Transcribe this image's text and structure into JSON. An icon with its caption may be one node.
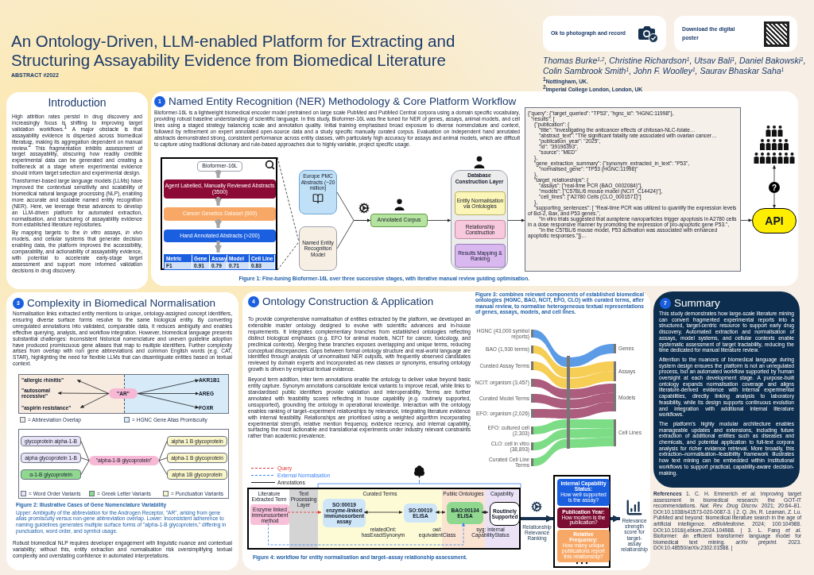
{
  "diagram": {
    "title": "An Ontology-Driven, LLM-enabled Platform for Extracting and Structuring Assayability Evidence from Biomedical Literature",
    "nodes": [
      {
        "text": [],
        "shape": "box"
      },
      {
        "text": [
          "Bioformer-16L"
        ],
        "in": 0
      },
      {
        "text": [
          "Agent Labelled, Manually Reviewed Abstracts (3500)"
        ],
        "in": 0
      },
      {
        "text": [
          "Cancer Genetics Dataset (600)"
        ],
        "in": 0
      },
      {
        "text": [
          "Hand Annotated Abstracts (>200)"
        ],
        "in": 0
      },
      {
        "text": [
          "Europe PMC Abstracts (~20 million)"
        ]
      },
      {
        "text": [
          "Named Entity Recognition Model"
        ]
      },
      {
        "text": [
          "Annotated Corpus"
        ]
      },
      {
        "text": [
          "Database Construction Layer"
        ]
      },
      {
        "text": [
          "Entity Normalisation via Ontologies"
        ],
        "in": 8
      },
      {
        "text": [
          "Relationship Construction"
        ],
        "in": 8
      },
      {
        "text": [
          "Results Mapping & Ranking"
        ],
        "in": 8
      },
      {
        "text": [
          "{\"query\": {\"target_queried\": \"TP53\", \"hgnc_id\": \"HGNC:11998\"},",
          "\"results\": [",
          "{\"publication\": {",
          "\"title\": \"Investigating the anticancer effects of chitosan-NLC-folate…",
          "\"abstract_text\": \"The significant fatality rate associated with ovarian cancer…",
          "\"publication_year\": \"2025\",",
          "\"id\": \"39196393\",",
          "\"source\": \"MED\"",
          "},",
          "\"gene_extraction_summary\": {\"synonym_extracted_in_text\": \"P53\",",
          "\"normalised_gene\": \"TP53 (HGNC:11998)\"",
          "},",
          "\"target_relationships\": {",
          "\"assays\": [\"real-time PCR (BAO_0002084)\"],",
          "\"models\": [\"C57BL/6 mouse model (NCIT_C14424)\"],",
          "\"cell_lines\": [\"A2780 Cells (CLO_0001571)\"]",
          "},",
          "\"supporting_sentences\": [ \"Real-time PCR was utilized to quantify the expression levels of Bcl-2, Bax, and P53 genes.\",",
          "\"In vitro trials suggested that auraptene nanoparticles trigger apoptosis in A2780 cells in a dose responsive manner by promoting the expression of pro-apoptotic gene P53.\",",
          "\"In the C57BL/6 mouse model, P53 activation was associated with enhanced apoptotic responses.\"]}…"
        ]
      },
      {
        "text": [
          "API"
        ]
      },
      {
        "text": [],
        "shape": "person"
      },
      {
        "text": [
          "\"AR\""
        ]
      },
      {
        "text": [
          "\"allergic rhinitis\""
        ]
      },
      {
        "text": [
          "\"autosomal recessive\""
        ]
      },
      {
        "text": [
          "\"aspirin resistance\""
        ]
      },
      {
        "text": [
          "AKR1B1"
        ]
      },
      {
        "text": [
          "AREG"
        ]
      },
      {
        "text": [
          "FOXR"
        ]
      },
      {
        "text": [
          "\"alpha-1-B glycoprotein\""
        ]
      },
      {
        "text": [
          "glycoprotein alpha-1-B"
        ]
      },
      {
        "text": [
          "alpha glycoprotein 1-B"
        ]
      },
      {
        "text": [
          "α-1-B glycoprotein"
        ]
      },
      {
        "text": [
          "alpha 1 B glycoprotein"
        ]
      },
      {
        "text": [
          "alpha-1 B glycoprotein"
        ]
      },
      {
        "text": [
          "alpha 1B glycoprotein"
        ]
      },
      {
        "text": [],
        "shape": "box"
      },
      {
        "text": [
          "Enzyme linked immunosorbent method"
        ],
        "in": 29
      },
      {
        "text": [
          "SO:00019 enzyme-linked immunosorbent assay"
        ],
        "in": 29
      },
      {
        "text": [
          "SO:00019 ELISA"
        ],
        "in": 29
      },
      {
        "text": [
          "BAO:00134 ELISA"
        ],
        "in": 29
      },
      {
        "text": [
          "Routinely Supported"
        ],
        "in": 29
      },
      {
        "text": [],
        "shape": "box"
      },
      {
        "text": [
          "Internal Capability Status:",
          "How well supported is the assay?"
        ],
        "in": 35
      },
      {
        "text": [
          "Publication Year:",
          "How modern is the publication?"
        ],
        "in": 35
      },
      {
        "text": [
          "Relative Frequency:",
          "How many unique publications report this relationship?"
        ],
        "in": 35
      },
      {
        "text": [
          "Relevance strength score for target-assay relationship"
        ]
      },
      {
        "text": [],
        "shape": "box",
        "in": 0
      }
    ],
    "edges": [
      {
        "from": 1,
        "to": 2,
        "arrow": "to",
        "style": "thick",
        "color": "#a3a3a3"
      },
      {
        "from": 2,
        "to": 3,
        "arrow": "to",
        "style": "thick",
        "color": "#a3a3a3"
      },
      {
        "from": 3,
        "to": 4,
        "arrow": "to",
        "style": "thick",
        "color": "#a3a3a3"
      },
      {
        "from": 4,
        "to": 40,
        "arrow": "to",
        "style": "thick",
        "color": "#a3a3a3"
      },
      {
        "from": 0,
        "to": 6,
        "arrow": "none",
        "style": "dashed"
      },
      {
        "from": 0,
        "to": 6,
        "arrow": "none",
        "style": "dashed"
      },
      {
        "from": 5,
        "to": 7,
        "arrow": "to"
      },
      {
        "from": 6,
        "to": 7,
        "arrow": "to"
      },
      {
        "from": 7,
        "to": 8,
        "arrow": "to"
      },
      {
        "from": 8,
        "to": 12,
        "arrow": "to"
      },
      {
        "from": 12,
        "to": 13,
        "arrow": "to"
      },
      {
        "from": 14,
        "to": 13,
        "arrow": "both",
        "label": "?"
      },
      {
        "from": 15,
        "to": 16,
        "arrow": "to"
      },
      {
        "from": 15,
        "to": 17,
        "arrow": "to"
      },
      {
        "from": 15,
        "to": 18,
        "arrow": "to"
      },
      {
        "from": 15,
        "to": 19,
        "arrow": "to"
      },
      {
        "from": 15,
        "to": 20,
        "arrow": "to"
      },
      {
        "from": 15,
        "to": 21,
        "arrow": "to"
      },
      {
        "from": 22,
        "to": 23,
        "arrow": "none"
      },
      {
        "from": 22,
        "to": 24,
        "arrow": "none"
      },
      {
        "from": 22,
        "to": 25,
        "arrow": "none"
      },
      {
        "from": 22,
        "to": 26,
        "arrow": "none"
      },
      {
        "from": 22,
        "to": 27,
        "arrow": "none"
      },
      {
        "from": 22,
        "to": 28,
        "arrow": "none"
      },
      {
        "from": 30,
        "to": 31,
        "arrow": "to",
        "style": "dashed",
        "color": "#e03131"
      },
      {
        "from": 31,
        "to": 32,
        "arrow": "both",
        "label": "relatedOnt: hasExactSynonym"
      },
      {
        "from": 32,
        "to": 33,
        "arrow": "both",
        "label": "owl: equivalentClass"
      },
      {
        "from": 33,
        "to": 34,
        "arrow": "both",
        "label": "syg: internal CapabilityStatus"
      },
      {
        "from": 30,
        "to": 33,
        "arrow": "to",
        "style": "dashed",
        "color": "#3b82f6"
      },
      {
        "from": 29,
        "to": 35,
        "arrow": "to",
        "style": "thick",
        "color": "#16324f",
        "label": "Relationship Relevance Ranking"
      },
      {
        "from": 35,
        "to": 39,
        "arrow": "to",
        "style": "thick",
        "color": "#16324f"
      }
    ],
    "labels": [
      "ABSTRACT #2022",
      "Ok to photograph and record",
      "Download the digital poster",
      "Thomas Burke$^{1,2}$, Christine Richardson$^{1}$, Utsav Bali$^{1}$, Daniel Bakowski$^{1}$, Colin Sambrook Smith$^{1}$, John F. Woolley$^{1}$, Saurav Bhaskar Saha$^{1}$",
      "$^{1}$Nottingham, UK.",
      "$^{2}$Imperial College London, London, UK",
      "Introduction",
      "High attrition rates persist in drug discovery and increasingly focus is shifting to improving target validation workflows.$^{1}$ A major obstacle is that assayability evidence is dispersed across biomedical literature, making its aggregation dependent on manual review.$^{2}$ This fragmentation inhibits assessment of target assayability, obscuring how readily credible experimental data can be generated and creating a bottleneck at a stage where experimental evidence should inform target selection and experimental design.",
      "Transformer-based large language models (LLMs) have improved the contextual sensitivity and scalability of biomedical natural language processing (NLP), enabling more accurate and scalable named entity recognition (NER). Here, we leverage these advances to develop an LLM-driven platform for automated extraction, normalisation, and structuring of assayability evidence from established literature repositories.",
      "By mapping targets to the *in vitro* assays, *in vivo* models, and cellular systems that generate decision enabling data, the platform improves the accessibility, comparability, and actionability of assayability evidence, with potential to accelerate early-stage target assessment and support more informed validation decisions in drug discovery.",
      "1",
      "Named Entity Recognition (NER) Methodology & Core Platform Workflow",
      "Bioformer-16L is a lightweight biomedical encoder model pretrained on large scale PubMed and PubMed Central corpora using a domain specific vocabulary, providing robust baseline understanding of scientific language. In this study, Bioformer-16L was fine tuned for NER of genes, assays, animal models, and cell lines using a staged strategy balancing scale and annotation quality. Initial training emphasised broad exposure to diverse nomenclature and context, followed by refinement on expert annotated open-source data and a study specific manually curated corpus. Evaluation on independent hand annotated abstracts demonstrated strong, consistent performance across entity classes, with particularly high accuracy for assays and animal models, which are difficult to capture using traditional dictionary and rule-based approaches due to highly variable, project specific usage.",
      "Metric",
      "Gene",
      "Assay",
      "Model",
      "Cell Line",
      "F1",
      "0.91",
      "0.79",
      "0.71",
      "0.83",
      "Figure 1: Fine-tuning Bioformer-16L over three successive stages, with iterative manual review guiding optimisation.",
      "3",
      "Complexity in Biomedical Normalisation",
      "Normalisation links extracted entity mentions to unique, ontology-assigned concept identifiers, ensuring diverse surface forms resolve to the same biological entity. By converting unregulated annotations into validated, comparable data, it reduces ambiguity and enables effective querying, analysis, and workflow integration. However, biomedical language presents substantial challenges: inconsistent historical nomenclature and uneven guideline adoption have produced promiscuous gene aliases that map to multiple identifiers. Further complexity arises from overlap with non gene abbreviations and common English words (e.g. CAT, STAR), highlighting the need for flexible LLMs that can disambiguate entities based on textual context.",
      "Figure 2: Illustrative Cases of Gene Nomenclature Variability",
      "Upper: Ambiguity of the abbreviation for the Androgen Receptor, \"AR\", arising from gene alias promiscuity versus non-gene abbreviation overlap. Lower: Inconsistent adherence to naming guidelines generates multiple surface forms of \"alpha-1-B glycoprotein,\" differing in punctuation, word order, and symbol usage.",
      "Robust biomedical NLP requires developer engagement with linguistic nuance and contextual variability; without this, entity extraction and normalisation risk oversimplifying textual complexity and overstating confidence in automated interpretations.",
      "4",
      "Ontology Construction & Application",
      "Figure 3: combines relevant components of established biomedical ontologies (HGNC, BAO, NCIT, EFO, CLO) with curated terms, after manual review, to normalise heterogeneous textual representations of genes, assays, models, and cell lines.",
      "To provide comprehensive normalisation of entities extracted by the platform, we developed an extensible master ontology designed to evolve with scientific advances and in-house requirements. It integrates complementary branches from established ontologies reflecting distinct biological emphases (e.g. EFO for animal models, NCIT for cancer, toxicology, and preclinical contexts). Merging these branches exposes overlapping and unique terms, reducing conceptual discrepancies. Gaps between formal ontology structure and real-world language are identified through analysis of unnormalised NER outputs, with frequently observed candidates reviewed by domain experts and incorporated as new classes or synonyms, ensuring ontology growth is driven by empirical textual evidence.",
      "Beyond term addition, inter term annotations enable the ontology to deliver value beyond basic entity capture. Synonym annotations consolidate lexical variants to improve recall, while links to standardised public identifiers provide validation and interoperability. Terms are further annotated with feasibility scores reflecting in house capability (e.g. routinely supported, unsupported), grounding the ontology in operational knowledge. Interaction with the ontology enables ranking of target–experiment relationships by relevance, integrating literature evidence with internal feasibility. Relationships are prioritised using a weighted algorithm incorporating experimental strength, relative mention frequency, evidence recency, and internal capability, surfacing the most actionable and translational experiments under industry relevant constraints rather than academic prevalence.",
      "HGNC (43,000 symbol reports)",
      "BAO (1,930 terms)",
      "Curated Assay Terms",
      "NCIT: organism (3,457)",
      "Curated Model Terms",
      "EFO: organism (2,026)",
      "EFO: cultured cell (2,303)",
      "CLO: cell in vitro (38,893)",
      "Curated Cell Line Terms",
      "Genes",
      "Assays",
      "Models",
      "Cell Lines",
      "Literature Extracted Term",
      "Text Processing Layer",
      "Curated Terms",
      "Public Ontologies",
      "Capability",
      "Figure 4: workflow for entity normalisation and target–assay relationship assessment.",
      "7",
      "Summary",
      "This study demonstrates how large-scale literature mining can convert fragmented experimental reports into a structured, target-centric resource to support early drug discovery. Automated extraction and normalisation of assays, model systems, and cellular contexts enable systematic assessment of target tractability, reducing the time dedicated for manual literature review.",
      "Attention to the nuances of biomedical language during system design ensures the platform is not an unregulated process, but an automated workflow supported by human oversight at each development stage. A purpose-built ontology expands normalisation coverage and aligns literature-derived evidence with internal experimental capabilities, directly linking analysis to laboratory feasibility, while its design supports continuous evolution and integration with additional internal literature workflows.",
      "The platform's highly modular architecture enables manageable updates and extensions, including future extraction of additional entities such as diseases and chemicals, and potential application to full-text corpora analysis for richer evidence retrieval. More broadly, this extraction–normalisation–feasibility framework illustrates how text mining can be embedded within institutional workflows to support practical, capability-aware decision-making.",
      "**References** 1. C. H. Emmerich *et al.* Improving target assessment in biomedical research: the GOT-IT recommendations. *Nat. Rev. Drug Discov.* 2021; 20:64–81. DOI:10.1038/s41573-020-0087-3. | 2. Q. Jin, R. Leaman, Z. Lu. PubMed and beyond: biomedical literature search in the age of artificial intelligence. *eBioMedicine.* 2024; 100:104988. DOI:10.1016/j.ebiom.2024.104988. | 3. L. Fang *et al.* Bioformer: an efficient transformer language model for biomedical text mining. *arXiv preprint.* 2023. DOI:10.48550/arXiv.2302.01588. |"
    ],
    "legend": [
      {
        "text": "= Abbreviation Overlap",
        "color": "#f7ebe0"
      },
      {
        "text": "= HGNC Gene Alias Promiscuity",
        "color": "#d6eaf8"
      },
      {
        "text": "= Word Order Variants",
        "color": "#e8e2f5"
      },
      {
        "text": "= Greek Letter Variants",
        "color": "#90d890"
      },
      {
        "text": "= Punctuation Variants",
        "color": "#fbf6c9"
      },
      {
        "text": "Query"
      },
      {
        "text": "External Normalisation"
      },
      {
        "text": "Annotations"
      }
    ]
  }
}
